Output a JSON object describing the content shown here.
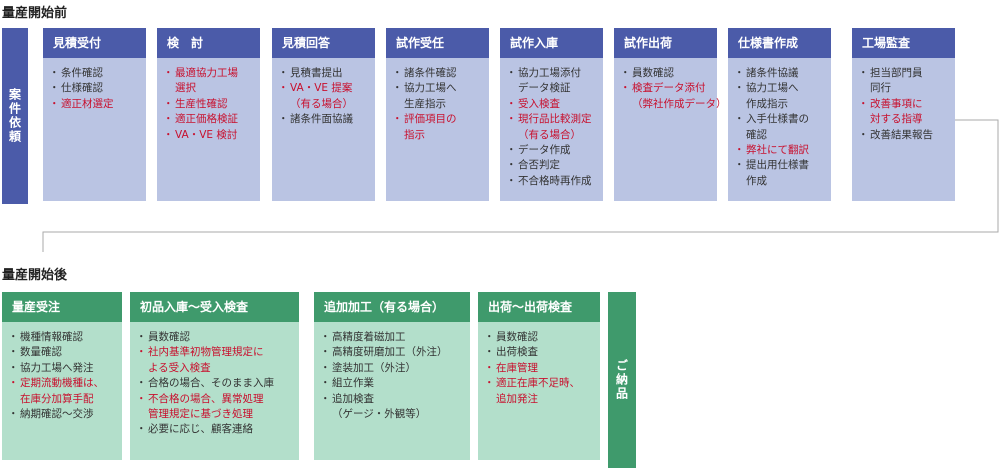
{
  "pre_title": "量産開始前",
  "post_title": "量産開始後",
  "start_label": "案件依頼",
  "end_label": "ご納品",
  "colors": {
    "pre_header": "#4b5ba9",
    "pre_body": "#bac4e3",
    "post_header": "#3f9a6c",
    "post_body": "#b3dfcb",
    "highlight": "#c8102e"
  },
  "pre_steps": [
    {
      "title": "見積受付",
      "lines": [
        {
          "t": "条件確認",
          "bullet": true,
          "red": false
        },
        {
          "t": "仕様確認",
          "bullet": true,
          "red": false
        },
        {
          "t": "適正材選定",
          "bullet": true,
          "red": true
        }
      ]
    },
    {
      "title": "検　討",
      "lines": [
        {
          "t": "最適協力工場",
          "bullet": true,
          "red": true
        },
        {
          "t": "選択",
          "bullet": false,
          "red": true
        },
        {
          "t": "生産性確認",
          "bullet": true,
          "red": true
        },
        {
          "t": "適正価格検証",
          "bullet": true,
          "red": true
        },
        {
          "t": "VA・VE 検討",
          "bullet": true,
          "red": true
        }
      ]
    },
    {
      "title": "見積回答",
      "lines": [
        {
          "t": "見積書提出",
          "bullet": true,
          "red": false
        },
        {
          "t": "VA・VE 提案",
          "bullet": true,
          "red": true
        },
        {
          "t": "（有る場合）",
          "bullet": false,
          "red": true
        },
        {
          "t": "諸条件面協議",
          "bullet": true,
          "red": false
        }
      ]
    },
    {
      "title": "試作受任",
      "lines": [
        {
          "t": "諸条件確認",
          "bullet": true,
          "red": false
        },
        {
          "t": "協力工場へ",
          "bullet": true,
          "red": false
        },
        {
          "t": "生産指示",
          "bullet": false,
          "red": false
        },
        {
          "t": "評価項目の",
          "bullet": true,
          "red": true
        },
        {
          "t": "指示",
          "bullet": false,
          "red": true
        }
      ]
    },
    {
      "title": "試作入庫",
      "lines": [
        {
          "t": "協力工場添付",
          "bullet": true,
          "red": false
        },
        {
          "t": "データ検証",
          "bullet": false,
          "red": false
        },
        {
          "t": "受入検査",
          "bullet": true,
          "red": true
        },
        {
          "t": "現行品比較測定",
          "bullet": true,
          "red": true
        },
        {
          "t": "（有る場合）",
          "bullet": false,
          "red": true
        },
        {
          "t": "データ作成",
          "bullet": true,
          "red": false
        },
        {
          "t": "合否判定",
          "bullet": true,
          "red": false
        },
        {
          "t": "不合格時再作成",
          "bullet": true,
          "red": false
        }
      ]
    },
    {
      "title": "試作出荷",
      "lines": [
        {
          "t": "員数確認",
          "bullet": true,
          "red": false
        },
        {
          "t": "検査データ添付",
          "bullet": true,
          "red": true
        },
        {
          "t": "（弊社作成データ）",
          "bullet": false,
          "red": true
        }
      ]
    },
    {
      "title": "仕様書作成",
      "lines": [
        {
          "t": "諸条件協議",
          "bullet": true,
          "red": false
        },
        {
          "t": "協力工場へ",
          "bullet": true,
          "red": false
        },
        {
          "t": "作成指示",
          "bullet": false,
          "red": false
        },
        {
          "t": "入手仕様書の",
          "bullet": true,
          "red": false
        },
        {
          "t": "確認",
          "bullet": false,
          "red": false
        },
        {
          "t": "弊社にて翻訳",
          "bullet": true,
          "red": true
        },
        {
          "t": "提出用仕様書",
          "bullet": true,
          "red": false
        },
        {
          "t": "作成",
          "bullet": false,
          "red": false
        }
      ]
    },
    {
      "title": "工場監査",
      "lines": [
        {
          "t": "担当部門員",
          "bullet": true,
          "red": false
        },
        {
          "t": "同行",
          "bullet": false,
          "red": false
        },
        {
          "t": "改善事項に",
          "bullet": true,
          "red": true
        },
        {
          "t": "対する指導",
          "bullet": false,
          "red": true
        },
        {
          "t": "改善結果報告",
          "bullet": true,
          "red": false
        }
      ]
    }
  ],
  "post_steps": [
    {
      "title": "量産受注",
      "lines": [
        {
          "t": "機種情報確認",
          "bullet": true,
          "red": false
        },
        {
          "t": "数量確認",
          "bullet": true,
          "red": false
        },
        {
          "t": "協力工場へ発注",
          "bullet": true,
          "red": false
        },
        {
          "t": "定期流動機種は、",
          "bullet": true,
          "red": true
        },
        {
          "t": "在庫分加算手配",
          "bullet": false,
          "red": true
        },
        {
          "t": "納期確認～交渉",
          "bullet": true,
          "red": false
        }
      ]
    },
    {
      "title": "初品入庫～受入検査",
      "lines": [
        {
          "t": "員数確認",
          "bullet": true,
          "red": false
        },
        {
          "t": "社内基準初物管理規定に",
          "bullet": true,
          "red": true
        },
        {
          "t": "よる受入検査",
          "bullet": false,
          "red": true
        },
        {
          "t": "合格の場合、そのまま入庫",
          "bullet": true,
          "red": false
        },
        {
          "t": "不合格の場合、異常処理",
          "bullet": true,
          "red": true
        },
        {
          "t": "管理規定に基づき処理",
          "bullet": false,
          "red": true
        },
        {
          "t": "必要に応じ、顧客連絡",
          "bullet": true,
          "red": false
        }
      ]
    },
    {
      "title": "追加加工（有る場合）",
      "lines": [
        {
          "t": "高精度着磁加工",
          "bullet": true,
          "red": false
        },
        {
          "t": "高精度研磨加工（外注）",
          "bullet": true,
          "red": false
        },
        {
          "t": "塗装加工（外注）",
          "bullet": true,
          "red": false
        },
        {
          "t": "組立作業",
          "bullet": true,
          "red": false
        },
        {
          "t": "追加検査",
          "bullet": true,
          "red": false
        },
        {
          "t": "（ゲージ・外観等）",
          "bullet": false,
          "red": false
        }
      ]
    },
    {
      "title": "出荷～出荷検査",
      "lines": [
        {
          "t": "員数確認",
          "bullet": true,
          "red": false
        },
        {
          "t": "出荷検査",
          "bullet": true,
          "red": false
        },
        {
          "t": "在庫管理",
          "bullet": true,
          "red": true
        },
        {
          "t": "適正在庫不足時、",
          "bullet": true,
          "red": true
        },
        {
          "t": "追加発注",
          "bullet": false,
          "red": true
        }
      ]
    }
  ]
}
